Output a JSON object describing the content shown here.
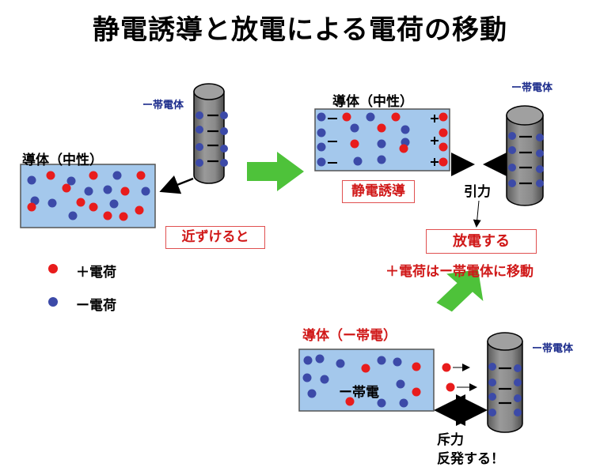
{
  "title": "静電誘導と放電による電荷の移動",
  "panel1": {
    "conductor_label": "導体（中性）",
    "rod_label": "ー帯電体",
    "action_label": "近ずけると"
  },
  "legend": {
    "positive": "＋電荷",
    "negative": "ー電荷"
  },
  "panel2": {
    "conductor_label": "導体（中性）",
    "rod_label": "ー帯電体",
    "induction_label": "静電誘導",
    "attraction_label": "引力",
    "discharge_label": "放電する",
    "transfer_label": "＋電荷はー帯電体に移動"
  },
  "panel3": {
    "conductor_label": "導体（ー帯電）",
    "rod_label": "ー帯電体",
    "body_label": "ー帯電",
    "repulsion_label": "斥力",
    "repel_label": "反発する！"
  },
  "colors": {
    "conductor_fill": "#a4c8ec",
    "positive_charge": "#e81c1c",
    "negative_charge": "#3c4aa8",
    "arrow_green": "#4ec23a",
    "rod_gray": "#808080",
    "text_red": "#d01818",
    "text_blue": "#1c2c8c"
  }
}
